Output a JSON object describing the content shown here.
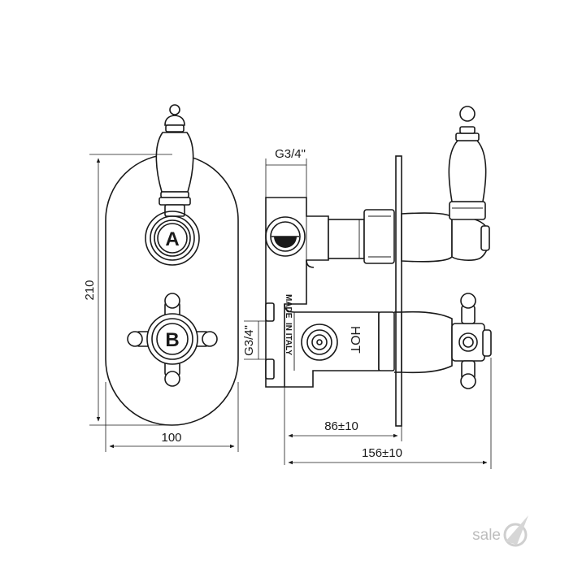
{
  "front_view": {
    "handle_top_letter": "A",
    "handle_bottom_letter": "B",
    "height_dim": "210",
    "width_dim": "100"
  },
  "side_view": {
    "thread_top": "G3/4\"",
    "thread_bottom": "G3/4\"",
    "stamp_line1": "MADE",
    "stamp_line2": "IN ITALY",
    "hot_label": "HOT",
    "depth_dim_1": "86±10",
    "depth_dim_2": "156±10"
  },
  "watermark": {
    "brand": "sale"
  },
  "colors": {
    "line": "#1a1a1a",
    "watermark": "#bdbdbd",
    "background": "#ffffff"
  }
}
